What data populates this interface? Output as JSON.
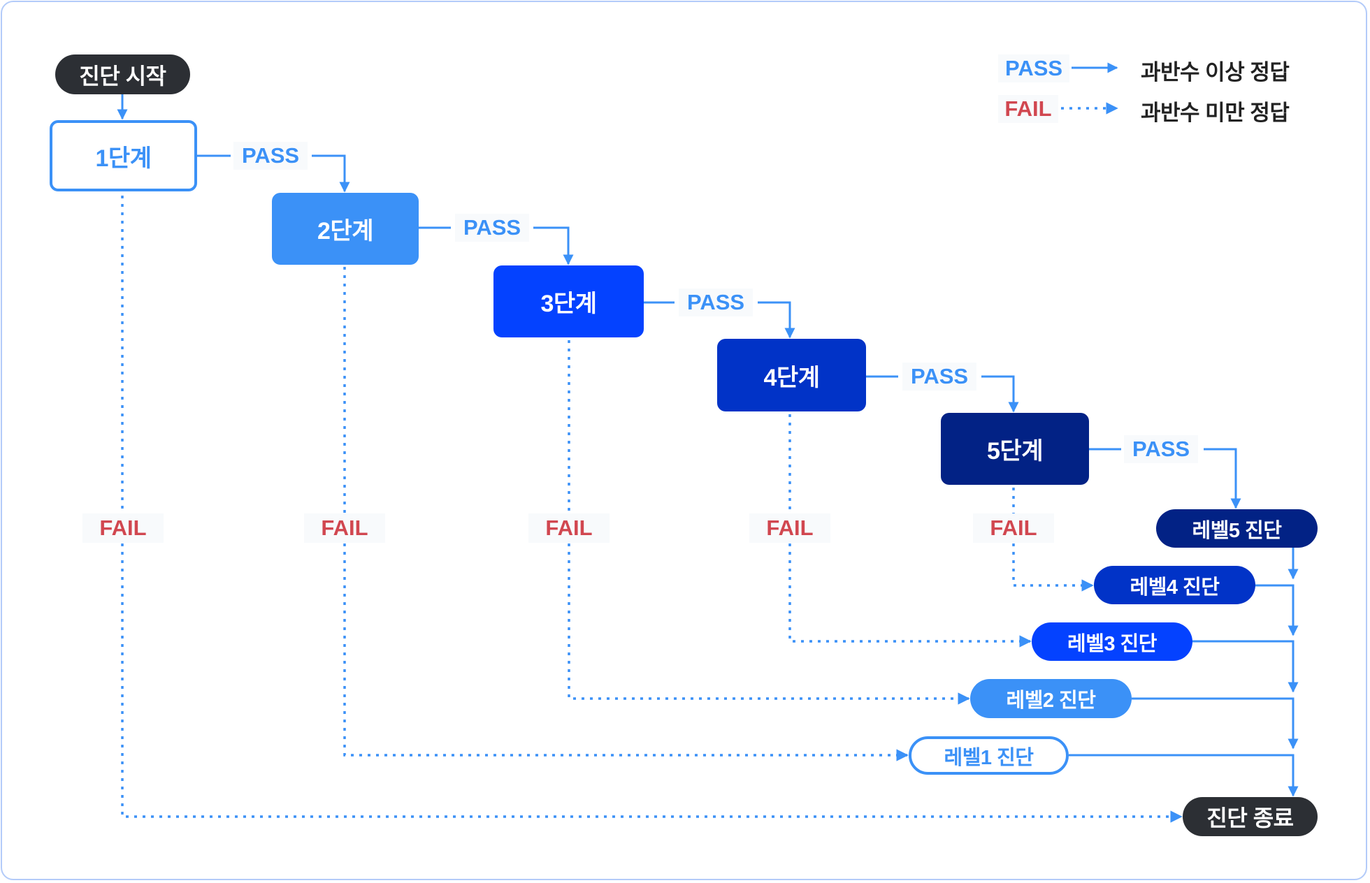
{
  "colors": {
    "line": "#3b91f7",
    "fail_text": "#d14750",
    "terminal": "#2c2f34",
    "stage2": "#3b91f7",
    "stage3": "#0442ff",
    "stage4": "#0133c7",
    "stage5": "#022285"
  },
  "legend": {
    "pass_label": "PASS",
    "pass_desc": "과반수 이상 정답",
    "fail_label": "FAIL",
    "fail_desc": "과반수 미만 정답"
  },
  "start": {
    "label": "진단 시작"
  },
  "end": {
    "label": "진단 종료"
  },
  "stages": [
    {
      "label": "1단계",
      "pass": "PASS",
      "fail": "FAIL"
    },
    {
      "label": "2단계",
      "pass": "PASS",
      "fail": "FAIL"
    },
    {
      "label": "3단계",
      "pass": "PASS",
      "fail": "FAIL"
    },
    {
      "label": "4단계",
      "pass": "PASS",
      "fail": "FAIL"
    },
    {
      "label": "5단계",
      "pass": "PASS",
      "fail": "FAIL"
    }
  ],
  "levels": [
    {
      "label": "레벨1 진단"
    },
    {
      "label": "레벨2 진단"
    },
    {
      "label": "레벨3 진단"
    },
    {
      "label": "레벨4 진단"
    },
    {
      "label": "레벨5 진단"
    }
  ]
}
